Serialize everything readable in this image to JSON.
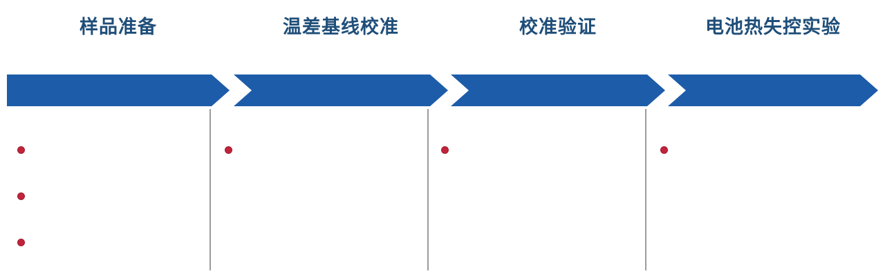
{
  "diagram": {
    "type": "process-flow",
    "stages": [
      {
        "title": "样品准备",
        "bullet_count": 3
      },
      {
        "title": "温差基线校准",
        "bullet_count": 1
      },
      {
        "title": "校准验证",
        "bullet_count": 1
      },
      {
        "title": "电池热失控实验",
        "bullet_count": 1
      }
    ],
    "colors": {
      "background": "#FFFFFF",
      "title_text": "#1F4E79",
      "arrow_fill": "#1D5CA9",
      "bullet_dot": "#C2233B",
      "divider": "#9B9B9B"
    }
  }
}
